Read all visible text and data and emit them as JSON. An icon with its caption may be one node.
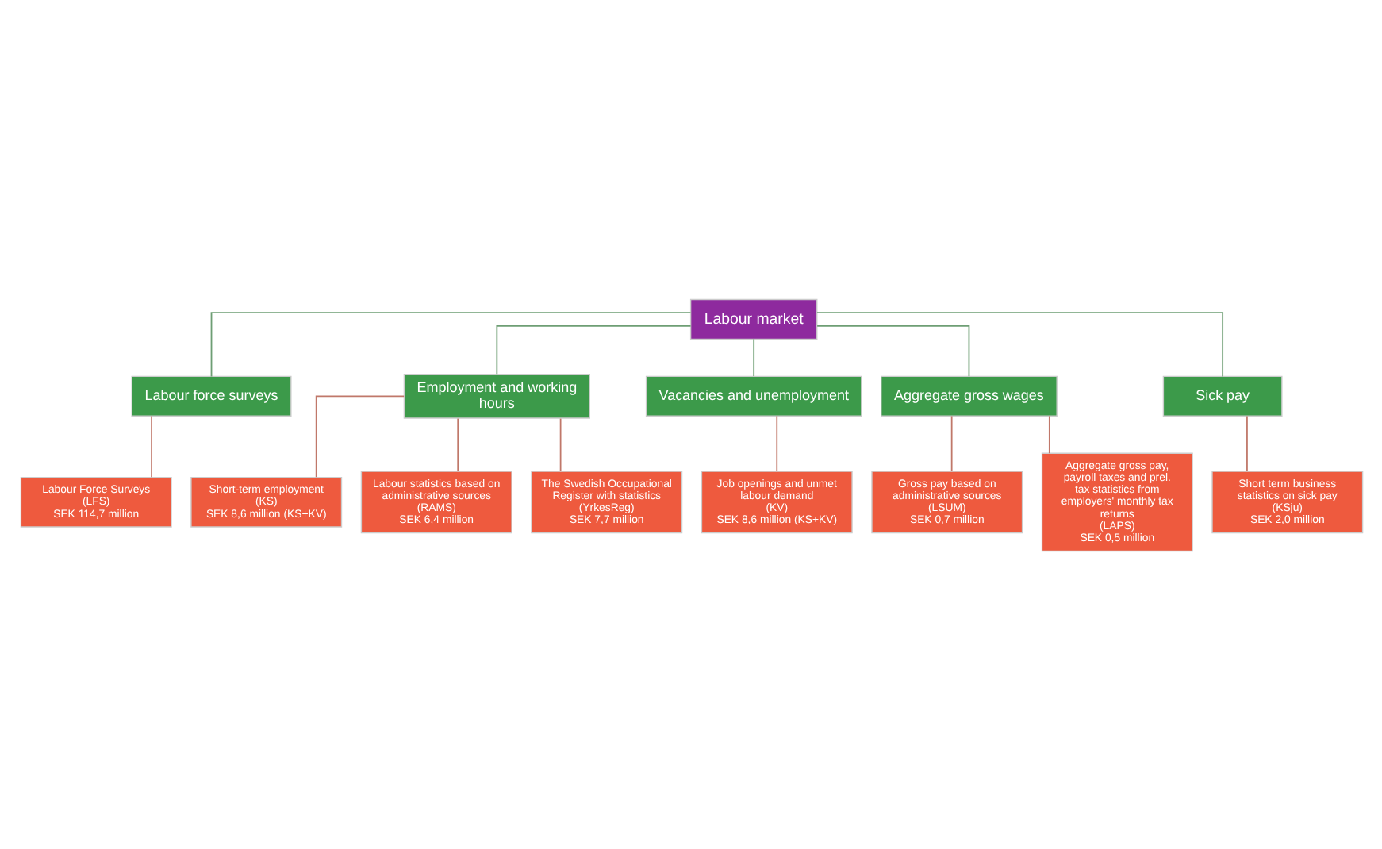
{
  "diagram": {
    "nodes": [
      {
        "text": [
          "Labour market"
        ]
      },
      {
        "text": [
          "Labour force surveys"
        ]
      },
      {
        "text": [
          "Employment and working hours"
        ]
      },
      {
        "text": [
          "Vacancies and unemployment"
        ]
      },
      {
        "text": [
          "Aggregate gross wages"
        ]
      },
      {
        "text": [
          "Sick pay"
        ]
      },
      {
        "text": [
          "Labour Force Surveys",
          "(LFS)",
          "SEK 114,7 million"
        ]
      },
      {
        "text": [
          "Short-term employment",
          "(KS)",
          "SEK 8,6 million (KS+KV)"
        ]
      },
      {
        "text": [
          "Labour statistics based on administrative sources",
          "(RAMS)",
          "SEK 6,4 million"
        ]
      },
      {
        "text": [
          "The Swedish Occupational Register with statistics",
          "(YrkesReg)",
          "SEK 7,7 million"
        ]
      },
      {
        "text": [
          "Job openings and unmet labour demand",
          "(KV)",
          "SEK 8,6 million (KS+KV)"
        ]
      },
      {
        "text": [
          "Gross pay based on administrative sources",
          "(LSUM)",
          "SEK 0,7 million"
        ]
      },
      {
        "text": [
          "Aggregate gross pay, payroll taxes and prel. tax statistics from employers' monthly tax returns",
          "(LAPS)",
          "SEK 0,5 million"
        ]
      },
      {
        "text": [
          "Short term business statistics on sick pay",
          "(KSju)",
          "SEK 2,0 million"
        ]
      }
    ],
    "edges": [
      {
        "from": 0,
        "to": 1,
        "arrow": "none",
        "color": "#6e9e74"
      },
      {
        "from": 0,
        "to": 2,
        "arrow": "none",
        "color": "#6e9e74"
      },
      {
        "from": 0,
        "to": 3,
        "arrow": "none",
        "color": "#6e9e74"
      },
      {
        "from": 0,
        "to": 4,
        "arrow": "none",
        "color": "#6e9e74"
      },
      {
        "from": 0,
        "to": 5,
        "arrow": "none",
        "color": "#6e9e74"
      },
      {
        "from": 1,
        "to": 6,
        "arrow": "none"
      },
      {
        "from": 2,
        "to": 7,
        "arrow": "none"
      },
      {
        "from": 2,
        "to": 8,
        "arrow": "none"
      },
      {
        "from": 2,
        "to": 9,
        "arrow": "none"
      },
      {
        "from": 3,
        "to": 10,
        "arrow": "none"
      },
      {
        "from": 4,
        "to": 11,
        "arrow": "none"
      },
      {
        "from": 4,
        "to": 12,
        "arrow": "none"
      },
      {
        "from": 5,
        "to": 13,
        "arrow": "none"
      }
    ]
  }
}
